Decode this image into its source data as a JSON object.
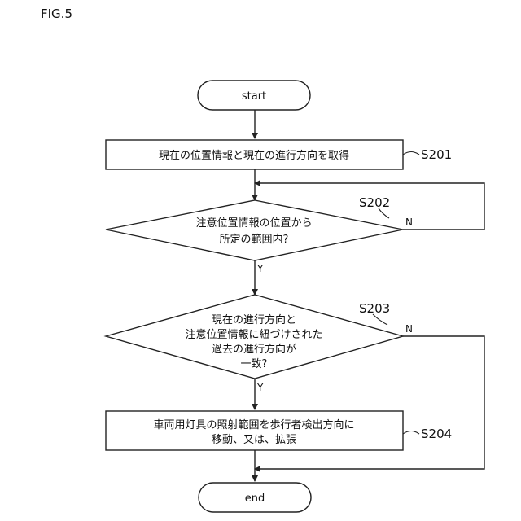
{
  "figure_label": "FIG.5",
  "nodes": {
    "start": "start",
    "s201": "現在の位置情報と現在の進行方向を取得",
    "s202": [
      "注意位置情報の位置から",
      "所定の範囲内?"
    ],
    "s203": [
      "現在の進行方向と",
      "注意位置情報に紐づけされた",
      "過去の進行方向が",
      "一致?"
    ],
    "s204": [
      "車両用灯具の照射範囲を歩行者検出方向に",
      "移動、又は、拡張"
    ],
    "end": "end"
  },
  "step_labels": {
    "s201": "S201",
    "s202": "S202",
    "s203": "S203",
    "s204": "S204"
  },
  "edge_labels": {
    "s202_no": "N",
    "s202_yes": "Y",
    "s203_no": "N",
    "s203_yes": "Y"
  }
}
